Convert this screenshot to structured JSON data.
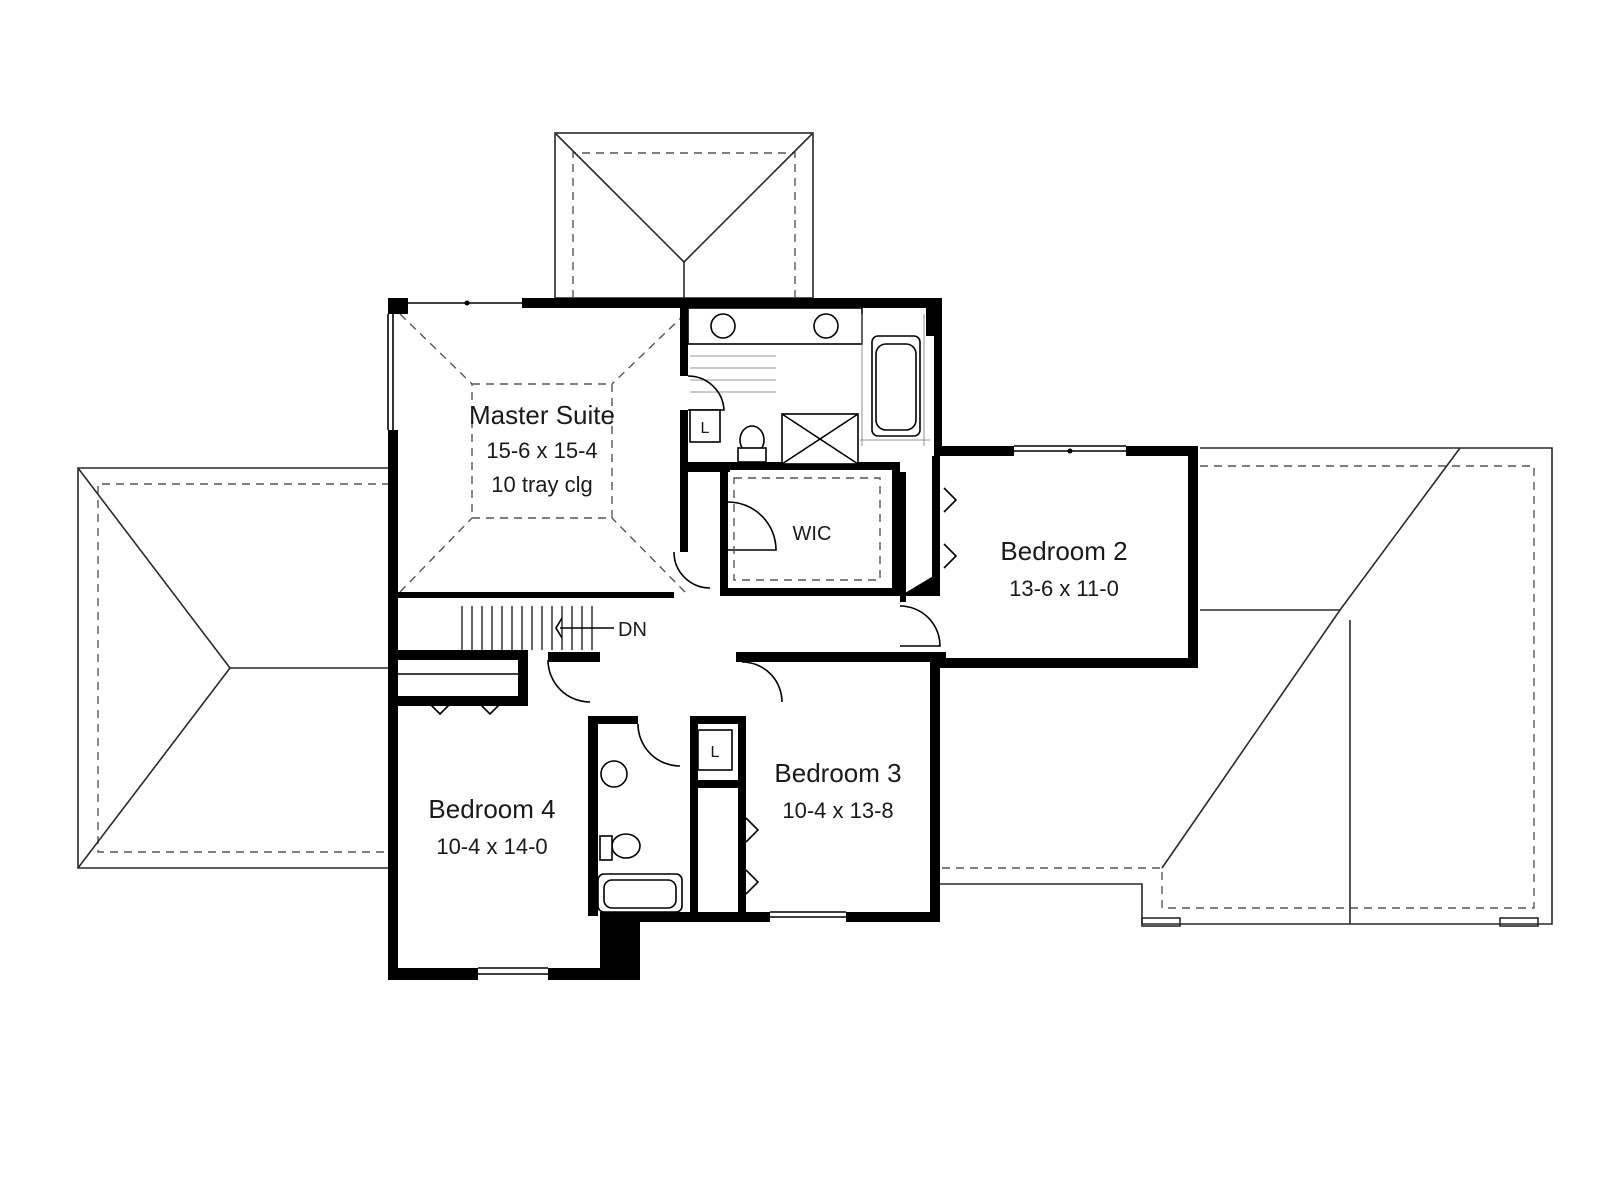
{
  "rooms": {
    "master_suite": {
      "name": "Master Suite",
      "dims": "15-6 x 15-4",
      "note": "10 tray clg"
    },
    "wic": {
      "name": "WIC"
    },
    "bedroom2": {
      "name": "Bedroom 2",
      "dims": "13-6 x 11-0"
    },
    "bedroom3": {
      "name": "Bedroom 3",
      "dims": "10-4 x 13-8"
    },
    "bedroom4": {
      "name": "Bedroom 4",
      "dims": "10-4 x 14-0"
    }
  },
  "stairs": {
    "label": "DN"
  },
  "linen": {
    "label_1": "L",
    "label_2": "L"
  }
}
